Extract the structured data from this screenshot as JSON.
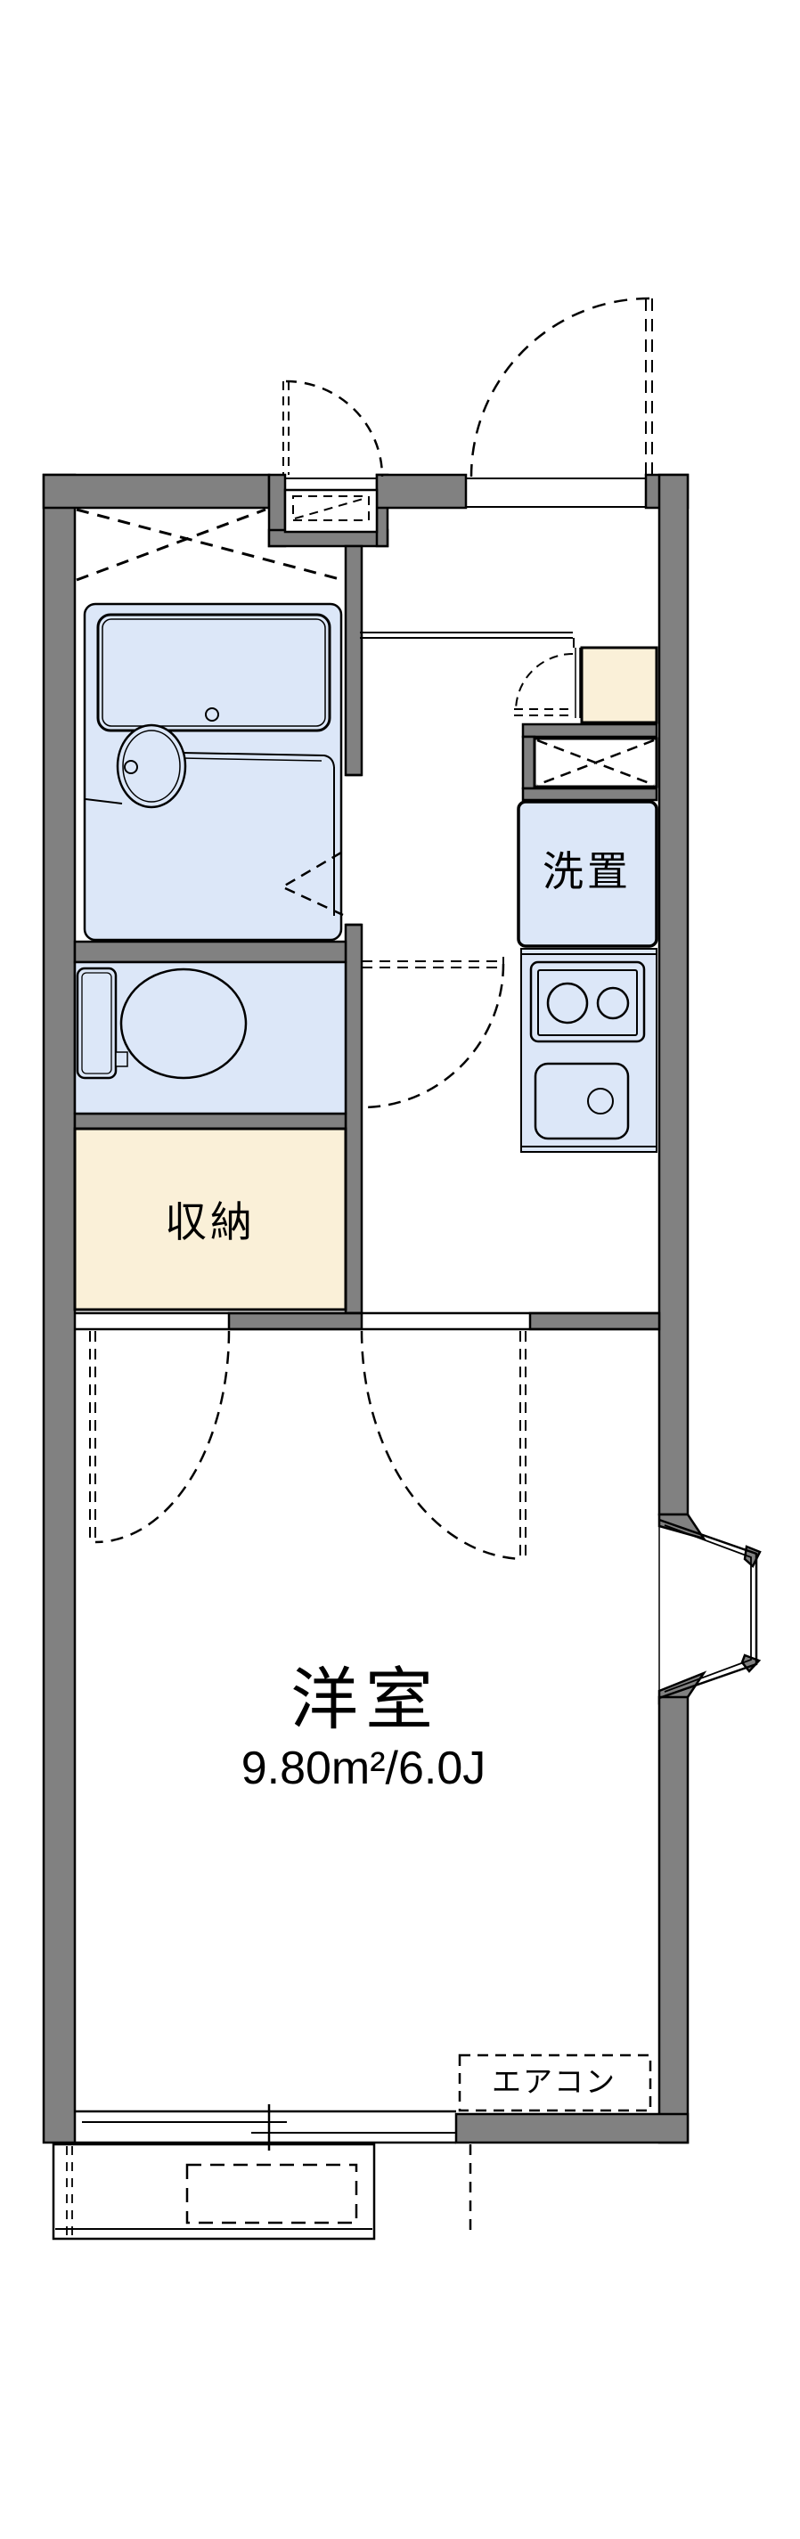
{
  "floor_plan": {
    "type": "apartment-1K-floorplan",
    "unit_labels": {
      "storage": "収納",
      "washer_space": "洗置",
      "room_name": "洋室",
      "room_size": "9.80m²/6.0J",
      "air_conditioner": "エアコン"
    },
    "room_info": {
      "name": "洋室",
      "area_m2": "9.80",
      "tatami_size": "6.0J"
    },
    "colors": {
      "wall_gray": "#818181",
      "water_area_blue": "#dce7f8",
      "storage_cream": "#faf0d8",
      "line_black": "#000000",
      "background": "#ffffff"
    }
  }
}
